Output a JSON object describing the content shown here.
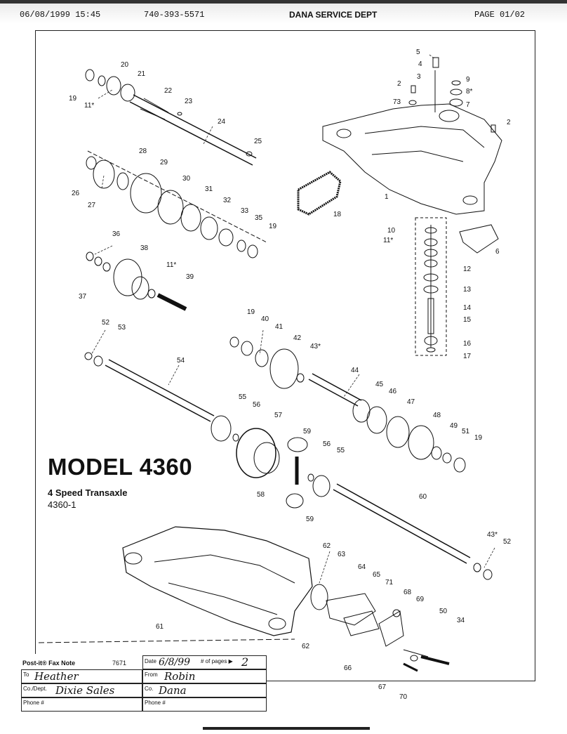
{
  "fax_header": {
    "datetime": "06/08/1999  15:45",
    "phone": "740-393-5571",
    "sender": "DANA SERVICE DEPT",
    "page": "PAGE  01/02"
  },
  "model": {
    "title": "MODEL 4360",
    "subtitle": "4 Speed Transaxle",
    "number": "4360-1"
  },
  "callouts": [
    {
      "id": "c5",
      "text": "5"
    },
    {
      "id": "c4",
      "text": "4"
    },
    {
      "id": "c3",
      "text": "3"
    },
    {
      "id": "c9",
      "text": "9"
    },
    {
      "id": "c8",
      "text": "8*"
    },
    {
      "id": "c7",
      "text": "7"
    },
    {
      "id": "c2a",
      "text": "2"
    },
    {
      "id": "c73",
      "text": "73"
    },
    {
      "id": "c2b",
      "text": "2"
    },
    {
      "id": "c1",
      "text": "1"
    },
    {
      "id": "c18",
      "text": "18"
    },
    {
      "id": "c10",
      "text": "10"
    },
    {
      "id": "c11c",
      "text": "11*"
    },
    {
      "id": "c6",
      "text": "6"
    },
    {
      "id": "c12",
      "text": "12"
    },
    {
      "id": "c13",
      "text": "13"
    },
    {
      "id": "c14",
      "text": "14"
    },
    {
      "id": "c15",
      "text": "15"
    },
    {
      "id": "c16",
      "text": "16"
    },
    {
      "id": "c17",
      "text": "17"
    },
    {
      "id": "c20",
      "text": "20"
    },
    {
      "id": "c21",
      "text": "21"
    },
    {
      "id": "c19a",
      "text": "19"
    },
    {
      "id": "c11a",
      "text": "11*"
    },
    {
      "id": "c22",
      "text": "22"
    },
    {
      "id": "c23",
      "text": "23"
    },
    {
      "id": "c24",
      "text": "24"
    },
    {
      "id": "c25",
      "text": "25"
    },
    {
      "id": "c26",
      "text": "26"
    },
    {
      "id": "c27",
      "text": "27"
    },
    {
      "id": "c28",
      "text": "28"
    },
    {
      "id": "c29",
      "text": "29"
    },
    {
      "id": "c30",
      "text": "30"
    },
    {
      "id": "c31",
      "text": "31"
    },
    {
      "id": "c32",
      "text": "32"
    },
    {
      "id": "c33",
      "text": "33"
    },
    {
      "id": "c35",
      "text": "35"
    },
    {
      "id": "c19b",
      "text": "19"
    },
    {
      "id": "c36",
      "text": "36"
    },
    {
      "id": "c38",
      "text": "38"
    },
    {
      "id": "c11b",
      "text": "11*"
    },
    {
      "id": "c37",
      "text": "37"
    },
    {
      "id": "c39",
      "text": "39"
    },
    {
      "id": "c52a",
      "text": "52"
    },
    {
      "id": "c53",
      "text": "53"
    },
    {
      "id": "c54",
      "text": "54"
    },
    {
      "id": "c19c",
      "text": "19"
    },
    {
      "id": "c40",
      "text": "40"
    },
    {
      "id": "c41",
      "text": "41"
    },
    {
      "id": "c42",
      "text": "42"
    },
    {
      "id": "c43a",
      "text": "43*"
    },
    {
      "id": "c44",
      "text": "44"
    },
    {
      "id": "c45",
      "text": "45"
    },
    {
      "id": "c46",
      "text": "46"
    },
    {
      "id": "c47",
      "text": "47"
    },
    {
      "id": "c48",
      "text": "48"
    },
    {
      "id": "c49",
      "text": "49"
    },
    {
      "id": "c51",
      "text": "51"
    },
    {
      "id": "c19d",
      "text": "19"
    },
    {
      "id": "c55a",
      "text": "55"
    },
    {
      "id": "c56a",
      "text": "56"
    },
    {
      "id": "c57",
      "text": "57"
    },
    {
      "id": "c59a",
      "text": "59"
    },
    {
      "id": "c56b",
      "text": "56"
    },
    {
      "id": "c55b",
      "text": "55"
    },
    {
      "id": "c58",
      "text": "58"
    },
    {
      "id": "c59b",
      "text": "59"
    },
    {
      "id": "c60",
      "text": "60"
    },
    {
      "id": "c43b",
      "text": "43*"
    },
    {
      "id": "c52b",
      "text": "52"
    },
    {
      "id": "c62a",
      "text": "62"
    },
    {
      "id": "c63",
      "text": "63"
    },
    {
      "id": "c64",
      "text": "64"
    },
    {
      "id": "c65",
      "text": "65"
    },
    {
      "id": "c71",
      "text": "71"
    },
    {
      "id": "c68",
      "text": "68"
    },
    {
      "id": "c69",
      "text": "69"
    },
    {
      "id": "c50",
      "text": "50"
    },
    {
      "id": "c34",
      "text": "34"
    },
    {
      "id": "c61",
      "text": "61"
    },
    {
      "id": "c62b",
      "text": "62"
    },
    {
      "id": "c66",
      "text": "66"
    },
    {
      "id": "c67",
      "text": "67"
    },
    {
      "id": "c70",
      "text": "70"
    }
  ],
  "postit": {
    "brand": "Post-it® Fax Note",
    "code": "7671",
    "date_label": "Date",
    "date_value": "6/8/99",
    "pages_label": "# of pages ▶",
    "pages_value": "2",
    "to_label": "To",
    "to_value": "Heather",
    "from_label": "From",
    "from_value": "Robin",
    "codept_label": "Co./Dept.",
    "codept_value": "Dixie Sales",
    "co_label": "Co.",
    "co_value": "Dana",
    "phone_label": "Phone #",
    "phone_label2": "Phone #"
  }
}
